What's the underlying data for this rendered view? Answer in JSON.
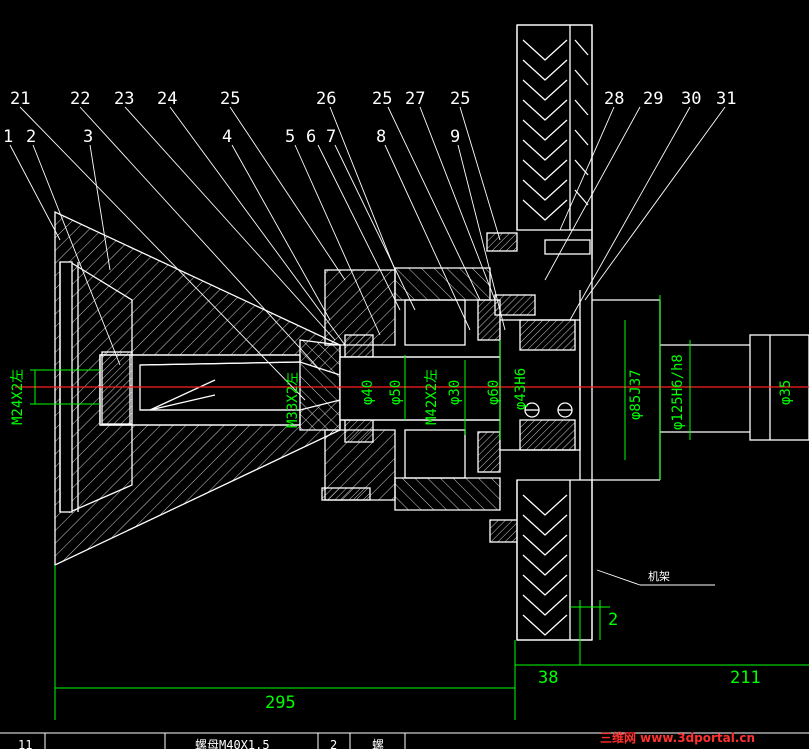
{
  "part_labels": [
    {
      "id": "l1",
      "text": "1"
    },
    {
      "id": "l2",
      "text": "2"
    },
    {
      "id": "l3",
      "text": "3"
    },
    {
      "id": "l21",
      "text": "21"
    },
    {
      "id": "l22",
      "text": "22"
    },
    {
      "id": "l23",
      "text": "23"
    },
    {
      "id": "l24",
      "text": "24"
    },
    {
      "id": "l25a",
      "text": "25"
    },
    {
      "id": "l4",
      "text": "4"
    },
    {
      "id": "l26",
      "text": "26"
    },
    {
      "id": "l5",
      "text": "5"
    },
    {
      "id": "l6",
      "text": "6"
    },
    {
      "id": "l7",
      "text": "7"
    },
    {
      "id": "l8",
      "text": "8"
    },
    {
      "id": "l25b",
      "text": "25"
    },
    {
      "id": "l27",
      "text": "27"
    },
    {
      "id": "l25c",
      "text": "25"
    },
    {
      "id": "l9",
      "text": "9"
    },
    {
      "id": "l28",
      "text": "28"
    },
    {
      "id": "l29",
      "text": "29"
    },
    {
      "id": "l30",
      "text": "30"
    },
    {
      "id": "l31",
      "text": "31"
    }
  ],
  "dimensions": {
    "thread_m24": "M24X2左",
    "d_m33": "M33X2左",
    "d_phi40": "φ40",
    "d_phi50_a": "φ50",
    "d_m42": "M42X2左",
    "d_phi30": "φ30",
    "d_phi60": "φ60",
    "d_phi43": "φ43H6",
    "d_phi85": "φ85J37",
    "d_phi125": "φ125H6/h8",
    "d_phi35": "φ35",
    "len_295": "295",
    "len_38": "38",
    "len_211": "211",
    "len_2": "2"
  },
  "annotation": "机架",
  "title_block": {
    "cell_1": "11",
    "cell_2": "螺母M40X1.5",
    "cell_3": "2",
    "cell_4": "螺"
  },
  "watermark": "三维网 www.3dportal.cn"
}
